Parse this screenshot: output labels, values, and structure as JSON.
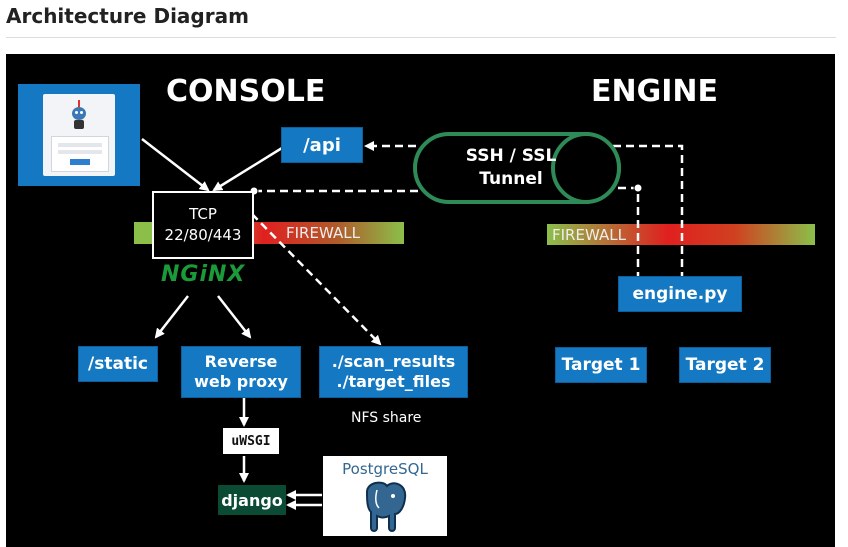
{
  "page": {
    "title": "Architecture Diagram"
  },
  "diagram": {
    "console_heading": "CONSOLE",
    "engine_heading": "ENGINE",
    "api_label": "/api",
    "tunnel_line1": "SSH / SSL",
    "tunnel_line2": "Tunnel",
    "tcp_line1": "TCP",
    "tcp_line2": "22/80/443",
    "firewall_left": "FIREWALL",
    "firewall_right": "FIREWALL",
    "nginx_logo": "NGiNX",
    "engine_py": "engine.py",
    "static_label": "/static",
    "reverse_line1": "Reverse",
    "reverse_line2": "web proxy",
    "scan_line1": "./scan_results",
    "scan_line2": "./target_files",
    "nfs_label": "NFS share",
    "target1": "Target 1",
    "target2": "Target 2",
    "uwsgi": "uWSGI",
    "django": "django",
    "postgres_logo": "PostgreSQL",
    "colors": {
      "box_blue": "#1479c2",
      "tunnel_green": "#2e8b57",
      "nginx_green": "#1b9a3a",
      "django_green": "#0c4b33",
      "firewall_green": "#8bbf4a",
      "firewall_red": "#e02020"
    }
  }
}
